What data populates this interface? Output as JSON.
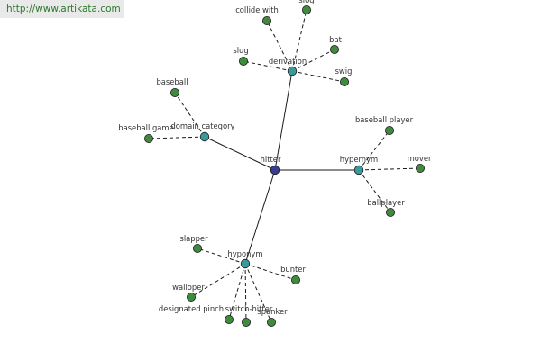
{
  "watermark": {
    "url": "http://www.artikata.com"
  },
  "colors": {
    "center": "#3a3d8f",
    "category": "#3a9a9a",
    "leaf": "#3f8a3f",
    "edge": "#1a1a1a"
  },
  "graph": {
    "center": {
      "label": "hitter"
    },
    "categories": [
      {
        "label": "derivation",
        "leaves": [
          "collide with",
          "slog",
          "bat",
          "swig",
          "slug"
        ]
      },
      {
        "label": "domain category",
        "leaves": [
          "baseball",
          "baseball game"
        ]
      },
      {
        "label": "hypernym",
        "leaves": [
          "baseball player",
          "mover",
          "ballplayer"
        ]
      },
      {
        "label": "hyponym",
        "leaves": [
          "slapper",
          "bunter",
          "walloper",
          "designated pinch",
          "switch-hitter",
          "spanker"
        ]
      }
    ]
  }
}
